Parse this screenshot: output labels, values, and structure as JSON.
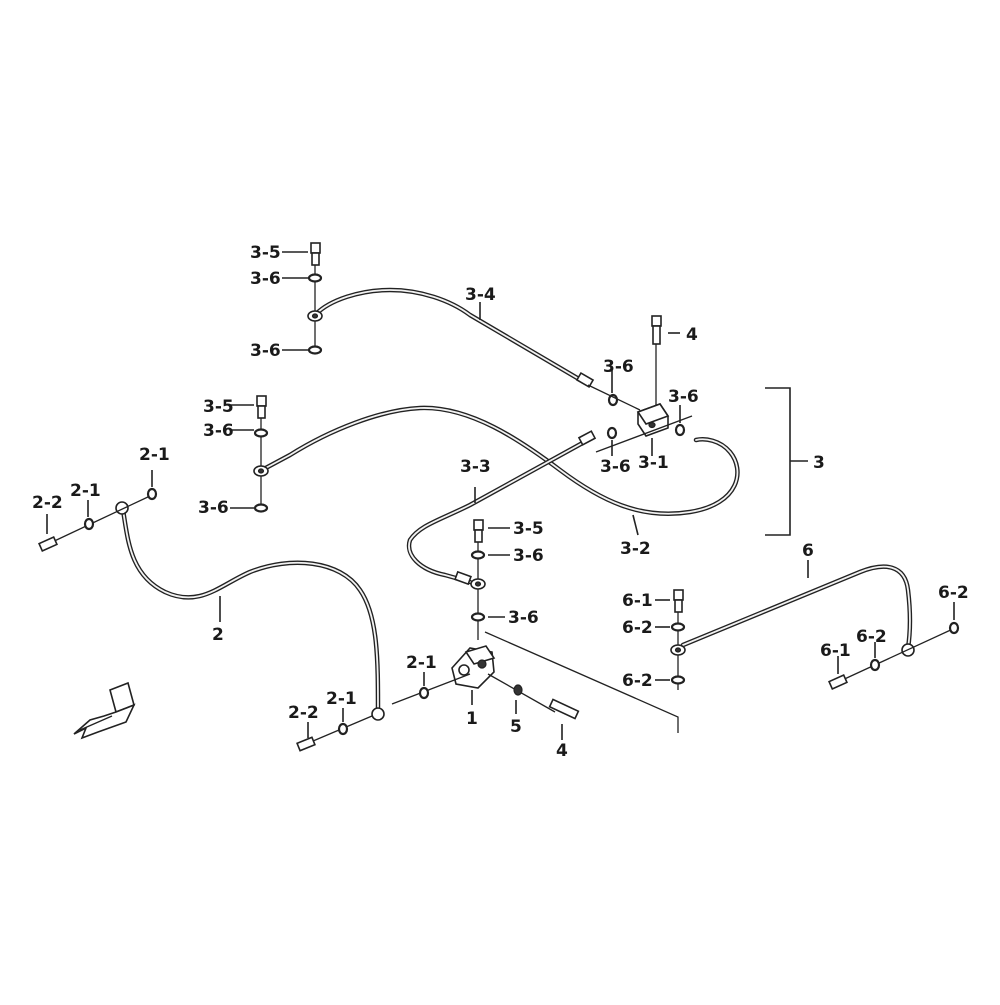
{
  "labels": {
    "l_3_5_a": "3-5",
    "l_3_6_a": "3-6",
    "l_3_6_b": "3-6",
    "l_3_4": "3-4",
    "l_4_a": "4",
    "l_3_6_c": "3-6",
    "l_3_6_d": "3-6",
    "l_3_5_b": "3-5",
    "l_3_6_e": "3-6",
    "l_3": "3",
    "l_3_6_f": "3-6",
    "l_3_1": "3-1",
    "l_2_1_a": "2-1",
    "l_2_2_a": "2-2",
    "l_2_1_b": "2-1",
    "l_3_3": "3-3",
    "l_3_6_g": "3-6",
    "l_3_2": "3-2",
    "l_3_5_c": "3-5",
    "l_3_6_h": "3-6",
    "l_6": "6",
    "l_6_1_a": "6-1",
    "l_3_6_i": "3-6",
    "l_6_2_a": "6-2",
    "l_2": "2",
    "l_6_2_b": "6-2",
    "l_6_2_c": "6-2",
    "l_6_1_b": "6-1",
    "l_2_1_c": "2-1",
    "l_6_2_d": "6-2",
    "l_2_2_b": "2-2",
    "l_2_1_d": "2-1",
    "l_1": "1",
    "l_5": "5",
    "l_4_b": "4"
  },
  "icons": [
    "front-direction-arrow-icon",
    "banjo-bolt-icon",
    "sealing-washer-icon",
    "brake-hose-icon",
    "hose-joint-icon",
    "master-cylinder-icon"
  ]
}
